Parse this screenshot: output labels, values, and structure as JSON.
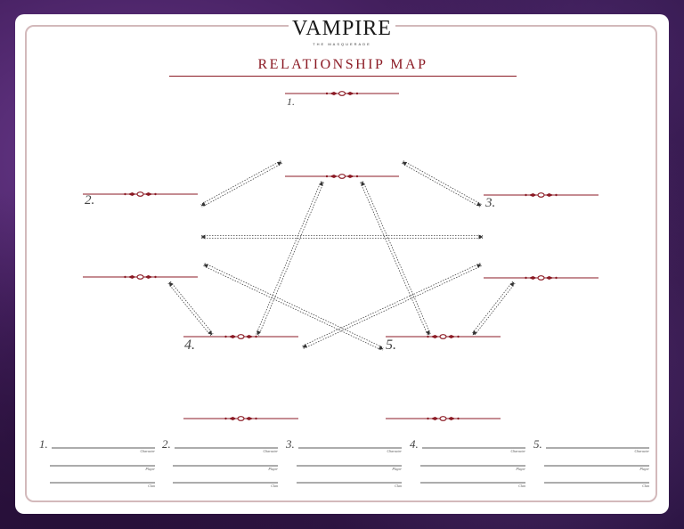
{
  "logo": {
    "title": "VAMPIRE",
    "subtitle": "THE MASQUERADE"
  },
  "title": "RELATIONSHIP MAP",
  "nodes": [
    {
      "number": "1."
    },
    {
      "number": "2."
    },
    {
      "number": "3."
    },
    {
      "number": "4."
    },
    {
      "number": "5."
    }
  ],
  "roster": {
    "labels": {
      "character": "Character",
      "player": "Player",
      "clan": "Clan"
    },
    "entries": [
      {
        "number": "1."
      },
      {
        "number": "2."
      },
      {
        "number": "3."
      },
      {
        "number": "4."
      },
      {
        "number": "5."
      }
    ]
  },
  "colors": {
    "accent": "#8b1a24",
    "frame": "#d3b9bb",
    "background": "#3a1a52"
  },
  "icons": [
    "flourish-icon",
    "double-arrow-icon"
  ]
}
